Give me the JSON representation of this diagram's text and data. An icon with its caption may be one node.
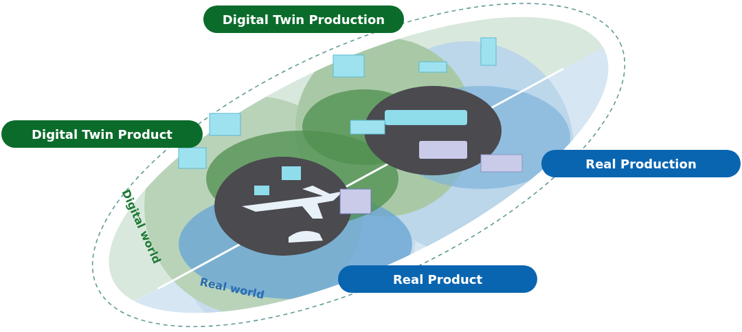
{
  "diagram": {
    "nodes": [
      {
        "text": [
          "Digital Twin Production"
        ]
      },
      {
        "text": [
          "Digital Twin Product"
        ]
      },
      {
        "text": [
          "Real Production"
        ]
      },
      {
        "text": [
          "Real Product"
        ]
      }
    ],
    "labels": [
      "Digital world",
      "Real world"
    ]
  }
}
